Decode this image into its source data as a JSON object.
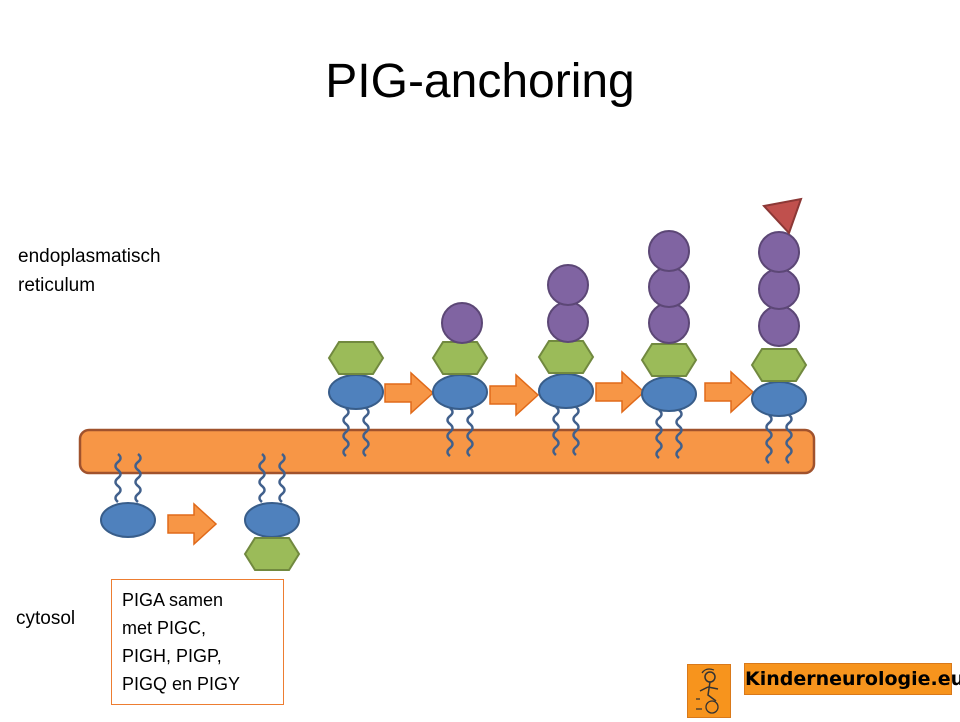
{
  "title": "PIG-anchoring",
  "labels": {
    "er_line1": "endoplasmatisch",
    "er_line2": "reticulum",
    "cytosol": "cytosol"
  },
  "note": {
    "lines": [
      "PIGA samen",
      "met PIGC,",
      "PIGH, PIGP,",
      "PIGQ en PIGY"
    ]
  },
  "brand": "Kinderneurologie.eu",
  "colors": {
    "membrane": "#F79646",
    "membrane_border": "#A0522D",
    "inositol": "#4F81BD",
    "glucosamine": "#9BBB59",
    "mannose": "#8064A2",
    "ethanolamine_phosphate": "#C0504D",
    "arrow": "#F79646",
    "note_border": "#ED7D31",
    "brand_bg": "#F7941D"
  }
}
